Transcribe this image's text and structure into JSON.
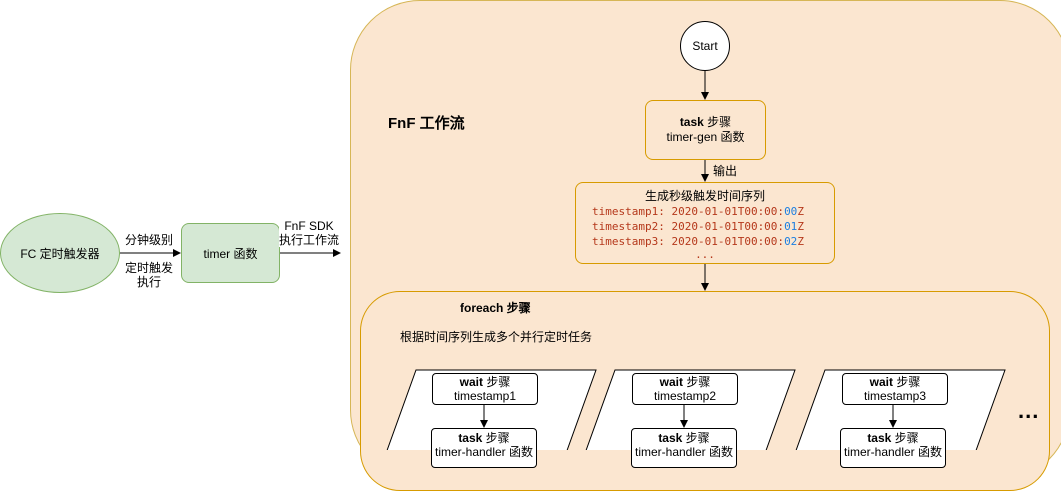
{
  "fc_trigger": {
    "label": "FC 定时触发器"
  },
  "edge_trigger": {
    "top": "分钟级别",
    "bottom_l1": "定时触发",
    "bottom_l2": "执行"
  },
  "timer_fn": {
    "label": "timer 函数"
  },
  "edge_sdk": {
    "l1": "FnF SDK",
    "l2": "执行工作流"
  },
  "flow": {
    "title": "FnF 工作流",
    "start": "Start",
    "task": {
      "bold": "task",
      "step": " 步骤",
      "name": "timer-gen 函数"
    },
    "output_label": "输出",
    "sequence": {
      "title": "生成秒级触发时间序列",
      "lines": [
        {
          "prefix": "timestamp1: 2020-01-01T00:00:",
          "sec": "00",
          "suffix": "Z"
        },
        {
          "prefix": "timestamp2: 2020-01-01T00:00:",
          "sec": "01",
          "suffix": "Z"
        },
        {
          "prefix": "timestamp3: 2020-01-01T00:00:",
          "sec": "02",
          "suffix": "Z"
        }
      ],
      "dots": "..."
    },
    "foreach": {
      "title": "foreach 步骤",
      "description": "根据时间序列生成多个并行定时任务",
      "branches": [
        {
          "wait_bold": "wait",
          "wait_step": " 步骤",
          "wait_name": "timestamp1",
          "task_bold": "task",
          "task_step": " 步骤",
          "task_name": "timer-handler 函数"
        },
        {
          "wait_bold": "wait",
          "wait_step": " 步骤",
          "wait_name": "timestamp2",
          "task_bold": "task",
          "task_step": " 步骤",
          "task_name": "timer-handler 函数"
        },
        {
          "wait_bold": "wait",
          "wait_step": " 步骤",
          "wait_name": "timestamp3",
          "task_bold": "task",
          "task_step": " 步骤",
          "task_name": "timer-handler 函数"
        }
      ],
      "more": "..."
    }
  },
  "colors": {
    "green_fill": "#d5e8d4",
    "green_stroke": "#82b366",
    "orange_fill": "#fbe6d0",
    "orange_stroke": "#d79b00",
    "code_red": "#b5381b",
    "code_blue": "#1d7fe0"
  }
}
